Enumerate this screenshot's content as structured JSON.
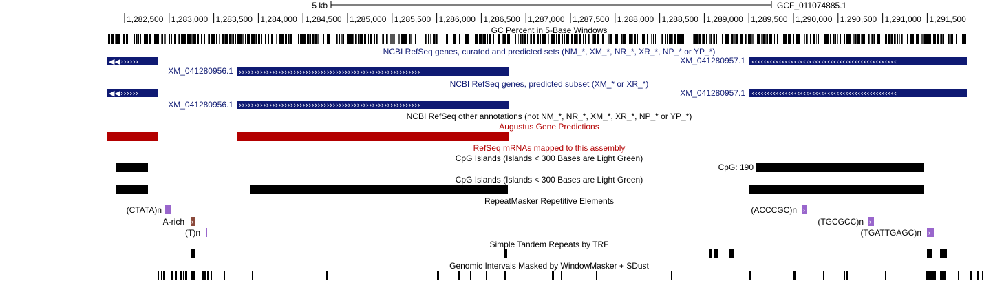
{
  "scale_bar": {
    "label": "5 kb",
    "assembly": "GCF_011074885.1"
  },
  "ruler": {
    "ticks": [
      "1,282,500",
      "1,283,000",
      "1,283,500",
      "1,284,000",
      "1,284,500",
      "1,285,000",
      "1,285,500",
      "1,286,000",
      "1,286,500",
      "1,287,000",
      "1,287,500",
      "1,288,000",
      "1,288,500",
      "1,289,000",
      "1,289,500",
      "1,290,000",
      "1,290,500",
      "1,291,000",
      "1,291,500"
    ]
  },
  "colors": {
    "refseq_blue": "#0f1a73",
    "augustus_red": "#b30000",
    "repeat_purple": "#9966cc",
    "repeat_brown": "#8b4a3c",
    "black": "#000000"
  },
  "tracks": {
    "gc_percent": {
      "title": "GC Percent in 5-Base Windows"
    },
    "refseq_all": {
      "title": "NCBI RefSeq genes, curated and predicted sets (NM_*, XM_*, NR_*, XR_*, NP_* or YP_*)",
      "gene_left": "XM_041280956.1",
      "gene_right": "XM_041280957.1"
    },
    "refseq_predicted": {
      "title": "NCBI RefSeq genes, predicted subset (XM_* or XR_*)",
      "gene_left": "XM_041280956.1",
      "gene_right": "XM_041280957.1"
    },
    "refseq_other": {
      "title": "NCBI RefSeq other annotations (not NM_*, NR_*, XM_*, XR_*, NP_* or YP_*)"
    },
    "augustus": {
      "title": "Augustus Gene Predictions"
    },
    "refseq_mrna": {
      "title": "RefSeq mRNAs mapped to this assembly"
    },
    "cpg_1": {
      "title": "CpG Islands (Islands < 300 Bases are Light Green)",
      "right_label": "CpG: 190"
    },
    "cpg_2": {
      "title": "CpG Islands (Islands < 300 Bases are Light Green)"
    },
    "repeatmasker": {
      "title": "RepeatMasker Repetitive Elements",
      "labels": [
        "(CTATA)n",
        "A-rich",
        "(T)n",
        "(ACCCGC)n",
        "(TGCGCC)n",
        "(TGATTGAGC)n"
      ]
    },
    "trf": {
      "title": "Simple Tandem Repeats by TRF"
    },
    "windowmasker": {
      "title": "Genomic Intervals Masked by WindowMasker + SDust"
    }
  }
}
